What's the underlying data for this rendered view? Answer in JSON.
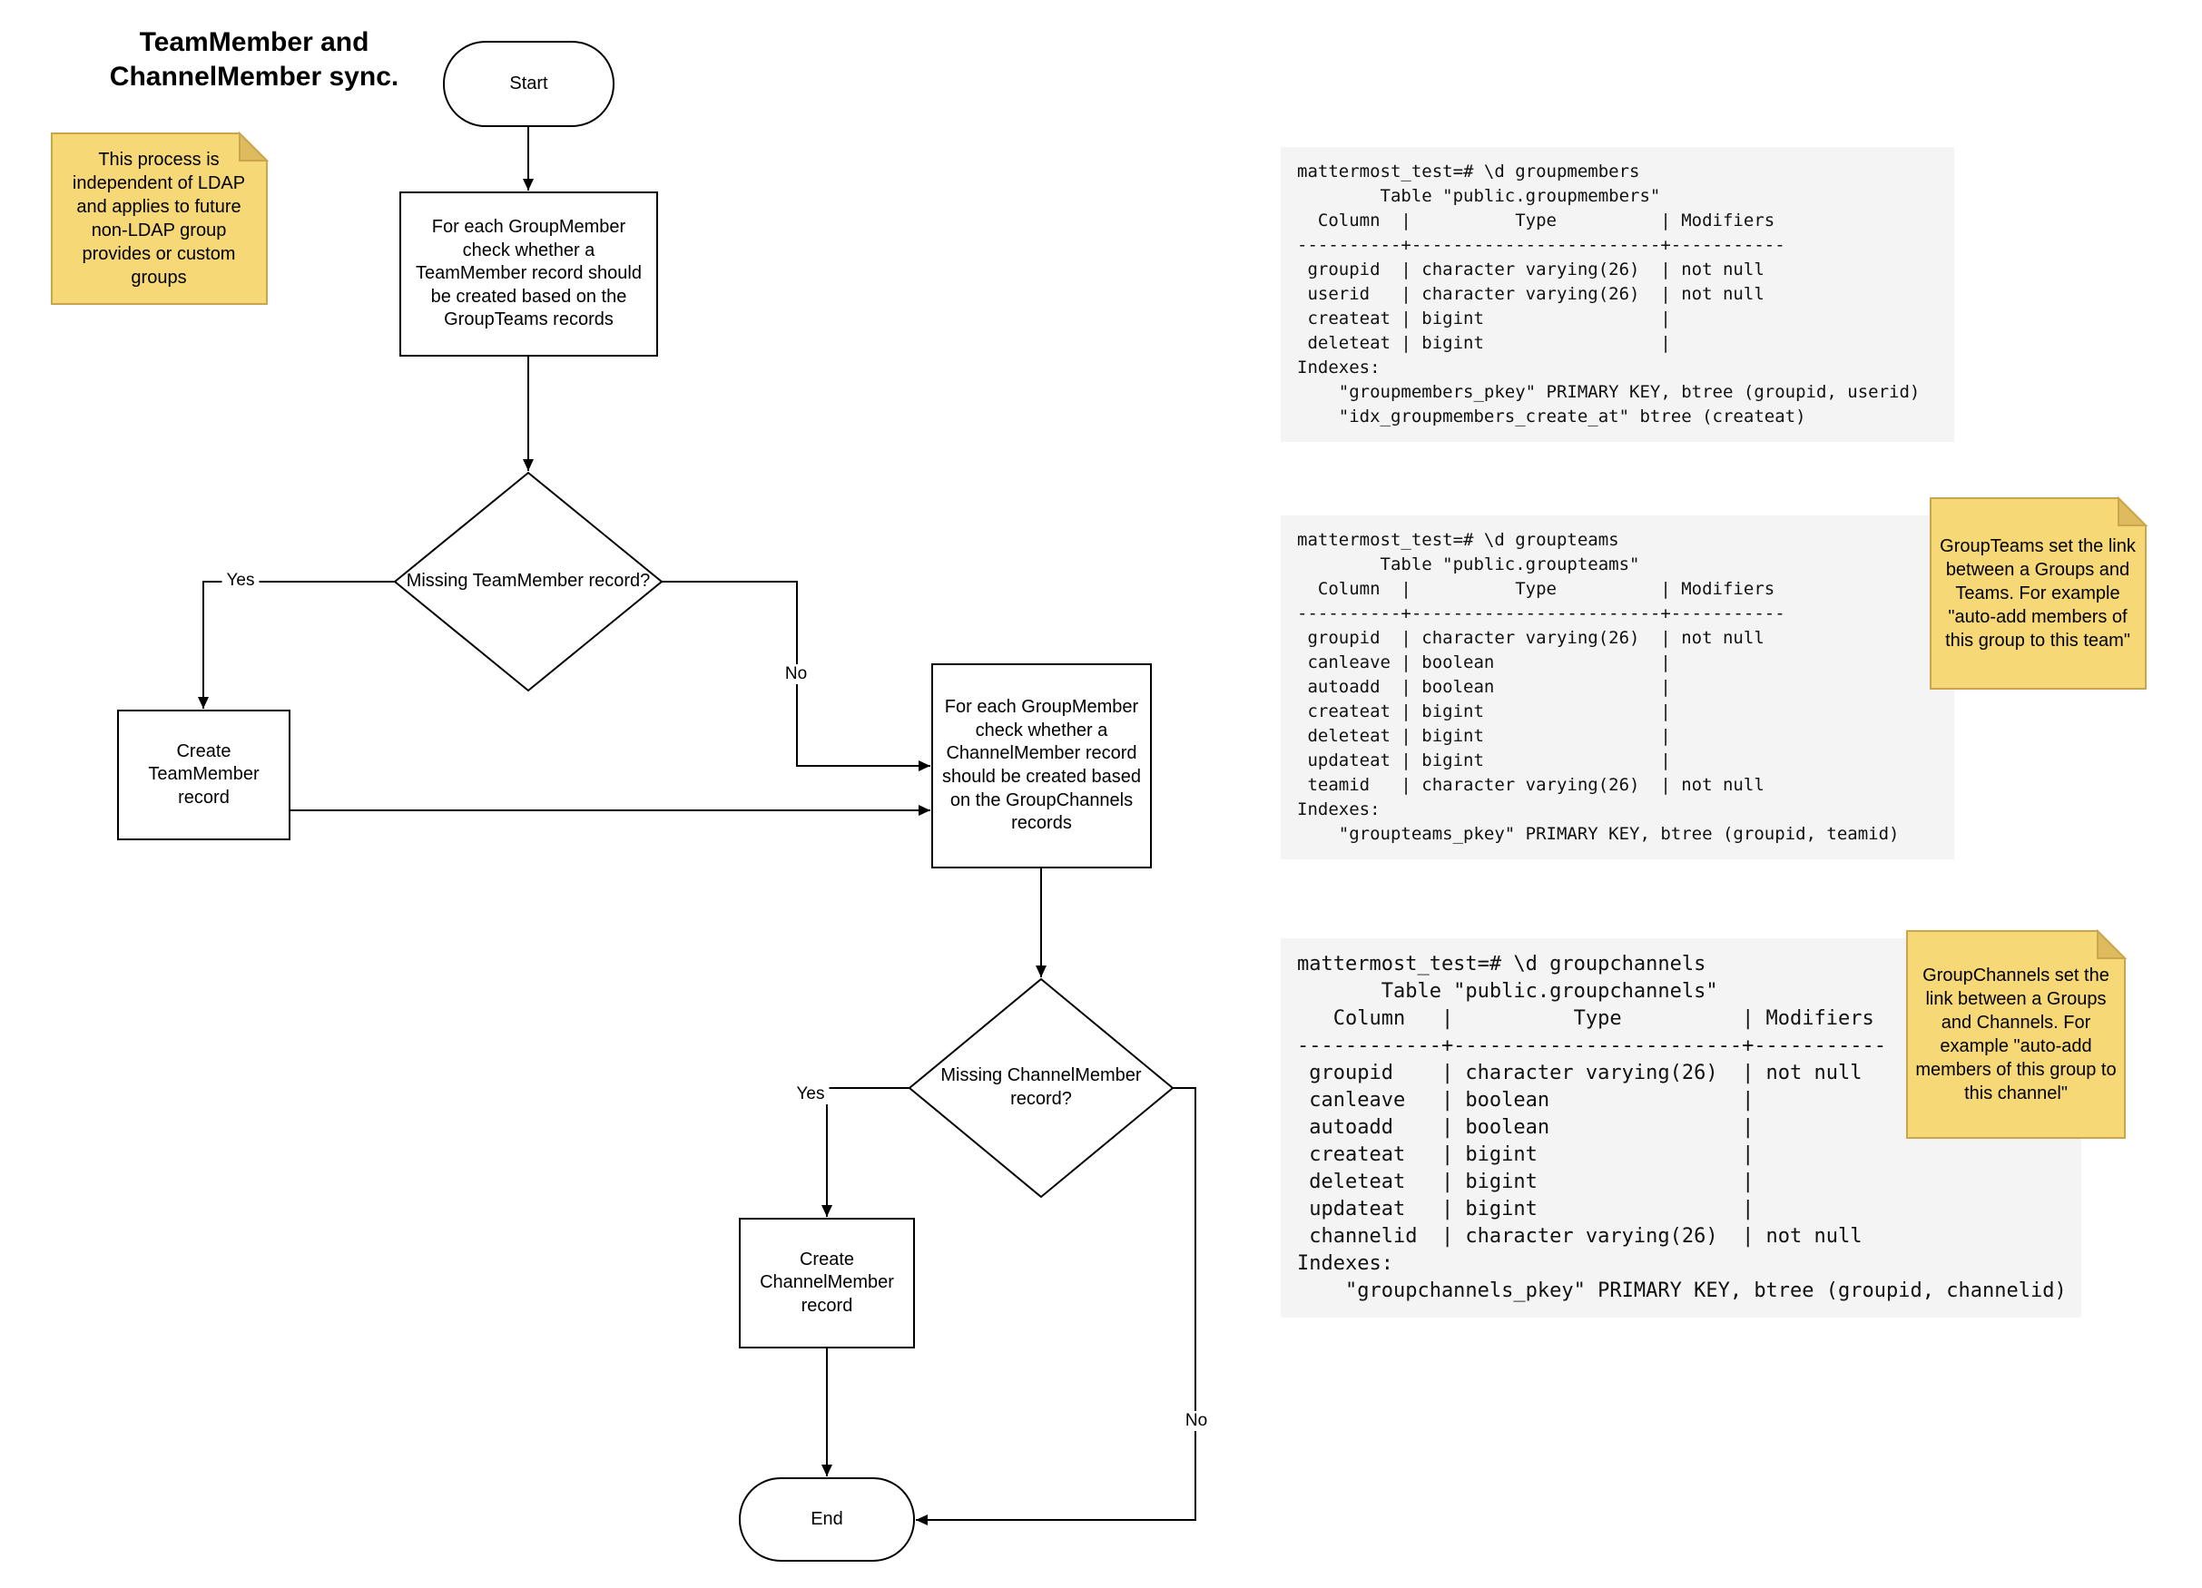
{
  "title": "TeamMember and\nChannelMember sync.",
  "flowchart": {
    "start": "Start",
    "process_team": "For each GroupMember check whether a TeamMember record should be created based on the GroupTeams records",
    "decision_team": "Missing TeamMember record?",
    "create_team": "Create TeamMember record",
    "process_channel": "For each GroupMember check whether a ChannelMember record should be created based on the GroupChannels records",
    "decision_channel": "Missing ChannelMember record?",
    "create_channel": "Create ChannelMember record",
    "end": "End",
    "labels": {
      "team_yes": "Yes",
      "team_no": "No",
      "channel_yes": "Yes",
      "channel_no": "No"
    }
  },
  "notes": [
    {
      "text": "This process is independent of LDAP and applies to future non-LDAP group provides or custom groups"
    },
    {
      "text": "GroupTeams set the link between a Groups and Teams. For example \"auto-add members of this group to this team\""
    },
    {
      "text": "GroupChannels set the link between a Groups and Channels. For example \"auto-add members of this group to this channel\""
    }
  ],
  "terminals": [
    {
      "name": "groupmembers",
      "text": "mattermost_test=# \\d groupmembers\n        Table \"public.groupmembers\"\n  Column  |          Type          | Modifiers\n----------+------------------------+-----------\n groupid  | character varying(26)  | not null\n userid   | character varying(26)  | not null\n createat | bigint                 |\n deleteat | bigint                 |\nIndexes:\n    \"groupmembers_pkey\" PRIMARY KEY, btree (groupid, userid)\n    \"idx_groupmembers_create_at\" btree (createat)"
    },
    {
      "name": "groupteams",
      "text": "mattermost_test=# \\d groupteams\n        Table \"public.groupteams\"\n  Column  |          Type          | Modifiers\n----------+------------------------+-----------\n groupid  | character varying(26)  | not null\n canleave | boolean                |\n autoadd  | boolean                |\n createat | bigint                 |\n deleteat | bigint                 |\n updateat | bigint                 |\n teamid   | character varying(26)  | not null\nIndexes:\n    \"groupteams_pkey\" PRIMARY KEY, btree (groupid, teamid)"
    },
    {
      "name": "groupchannels",
      "text": "mattermost_test=# \\d groupchannels\n       Table \"public.groupchannels\"\n   Column   |          Type          | Modifiers\n------------+------------------------+-----------\n groupid    | character varying(26)  | not null\n canleave   | boolean                |\n autoadd    | boolean                |\n createat   | bigint                 |\n deleteat   | bigint                 |\n updateat   | bigint                 |\n channelid  | character varying(26)  | not null\nIndexes:\n    \"groupchannels_pkey\" PRIMARY KEY, btree (groupid, channelid)"
    }
  ],
  "colors": {
    "note_fill": "#F7D876",
    "note_border": "#C9A54B",
    "note_fold": "#DDBB5E",
    "terminal_bg": "#F4F4F4",
    "stroke": "#000000"
  }
}
